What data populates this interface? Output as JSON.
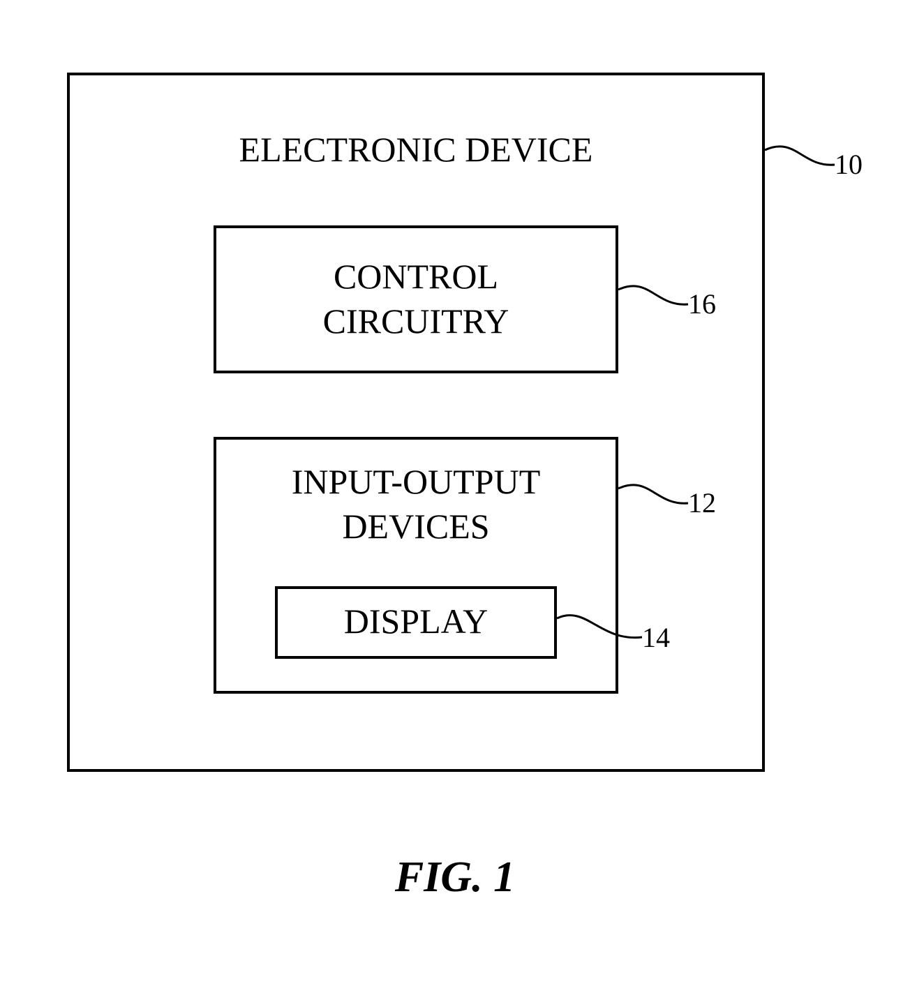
{
  "diagram": {
    "outer": {
      "label": "ELECTRONIC DEVICE",
      "ref": "10"
    },
    "control": {
      "label_line1": "CONTROL",
      "label_line2": "CIRCUITRY",
      "ref": "16"
    },
    "io": {
      "label_line1": "INPUT-OUTPUT",
      "label_line2": "DEVICES",
      "ref": "12"
    },
    "display": {
      "label": "DISPLAY",
      "ref": "14"
    },
    "caption": "FIG. 1"
  }
}
